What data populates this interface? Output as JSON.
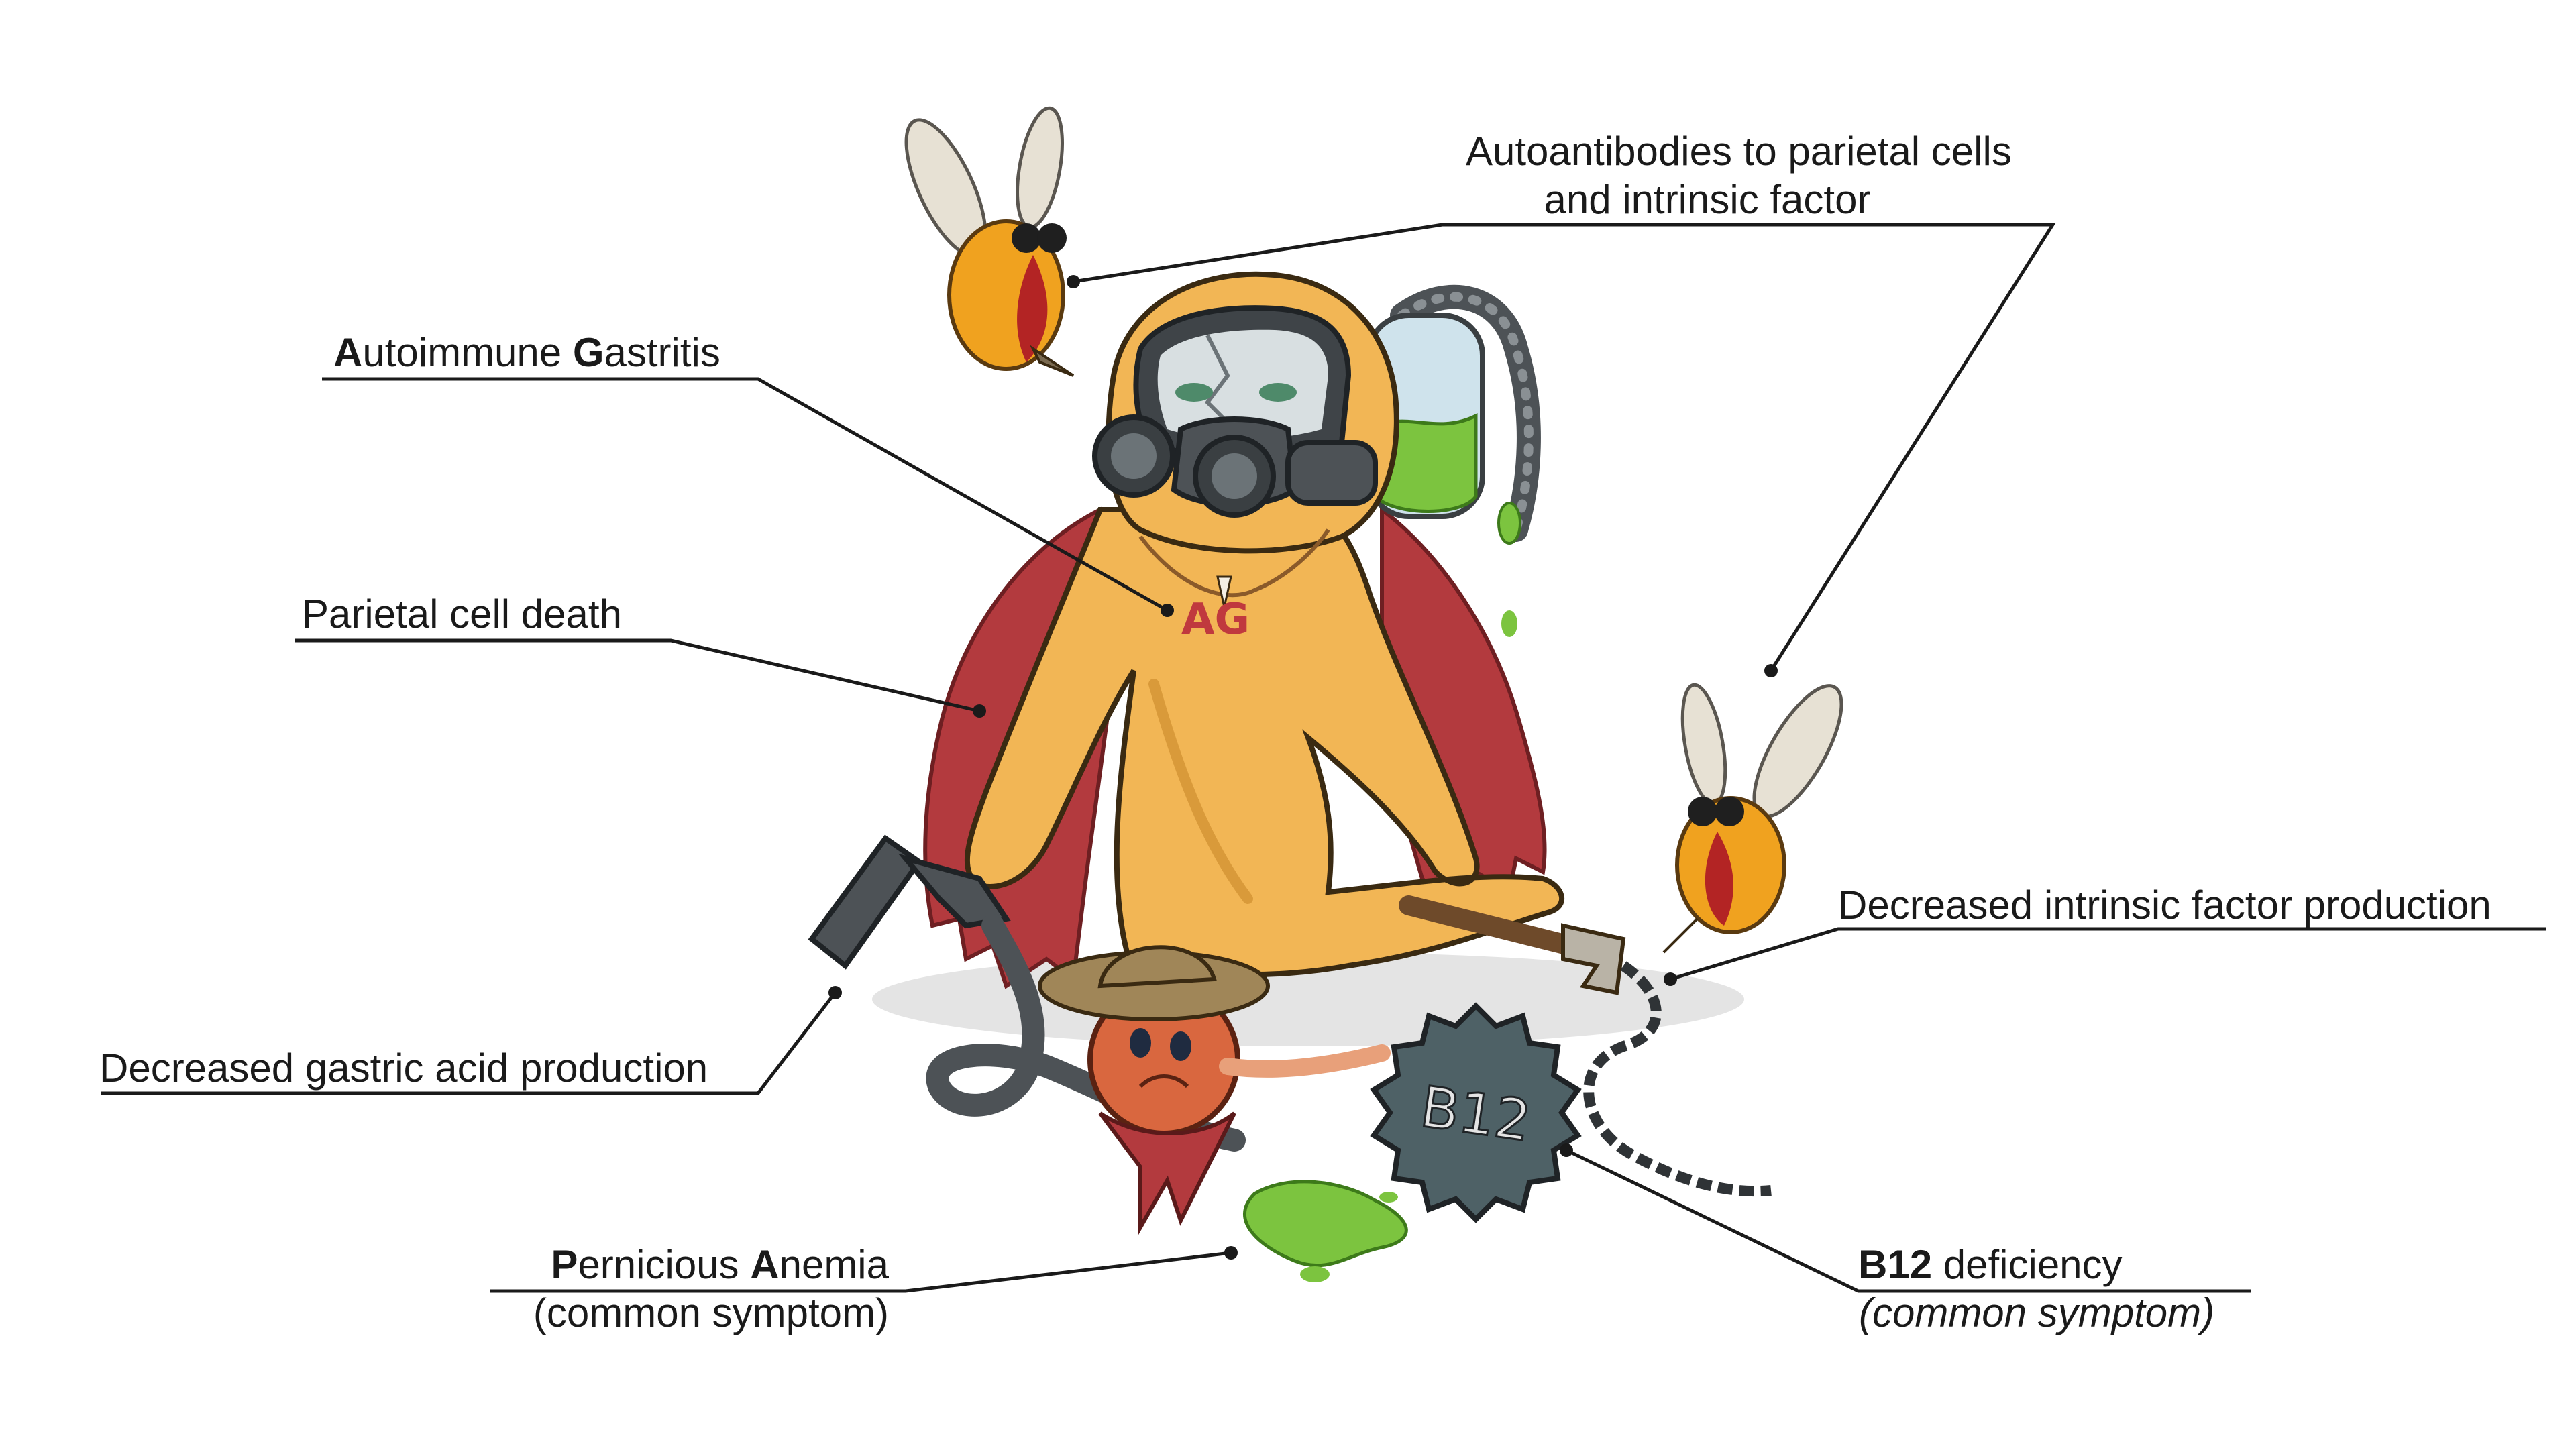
{
  "labels": {
    "autoantibodies": {
      "line1": "Autoantibodies to parietal cells",
      "line2": "and intrinsic factor"
    },
    "autoimmune_gastritis": {
      "a_bold": "A",
      "a_rest": "utoimmune ",
      "g_bold": "G",
      "g_rest": "astritis"
    },
    "parietal_cell_death": "Parietal cell death",
    "decreased_intrinsic_factor": "Decreased intrinsic factor production",
    "decreased_gastric_acid": "Decreased gastric acid production",
    "pernicious_anemia": {
      "p_bold": "P",
      "p_rest": "ernicious ",
      "a_bold": "A",
      "a_rest": "nemia",
      "sub": "(common symptom)"
    },
    "b12_deficiency": {
      "bold": "B12",
      "rest": " deficiency",
      "sub": "(common symptom)"
    }
  },
  "illustration": {
    "necklace_text": "AG",
    "ball_text": "B12"
  },
  "colors": {
    "suit": "#f2b655",
    "suit_shade": "#d99a3a",
    "cape": "#b33a3e",
    "mask": "#4d5256",
    "slime": "#7cc43f",
    "ball": "#4e6166",
    "bug_body": "#f0a21f",
    "bug_stripe": "#b32424",
    "line": "#1a1a1a"
  }
}
